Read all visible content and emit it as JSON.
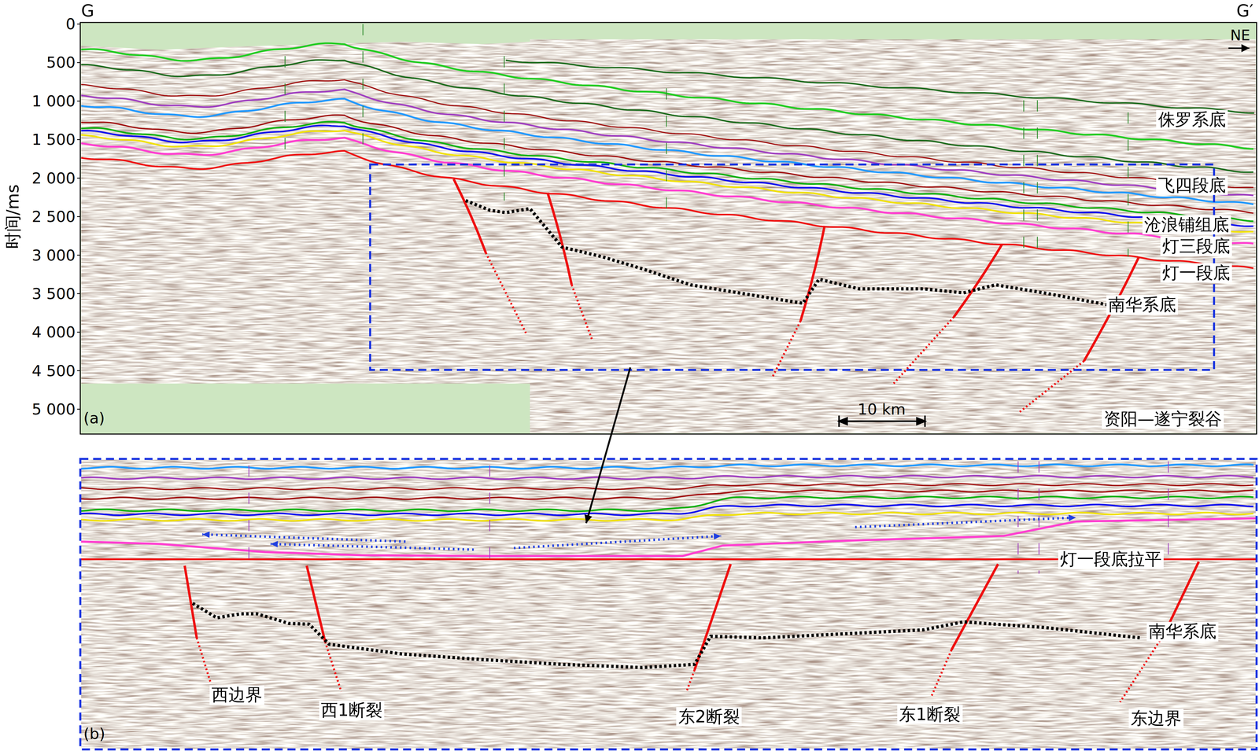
{
  "diagram": {
    "labels": [
      "G",
      "G′",
      "0",
      "500",
      "1 000",
      "1 500",
      "2 000",
      "2 500",
      "3 000",
      "3 500",
      "4 000",
      "4 500",
      "5 000",
      "时间/ms",
      "NE",
      "侏罗系底",
      "飞四段底",
      "沧浪铺组底",
      "灯三段底",
      "灯一段底",
      "南华系底",
      "10 km",
      "(a)",
      "资阳—遂宁裂谷",
      "灯一段底拉平",
      "南华系底",
      "西边界",
      "西1断裂",
      "东2断裂",
      "东1断裂",
      "东边界",
      "(b)"
    ]
  }
}
